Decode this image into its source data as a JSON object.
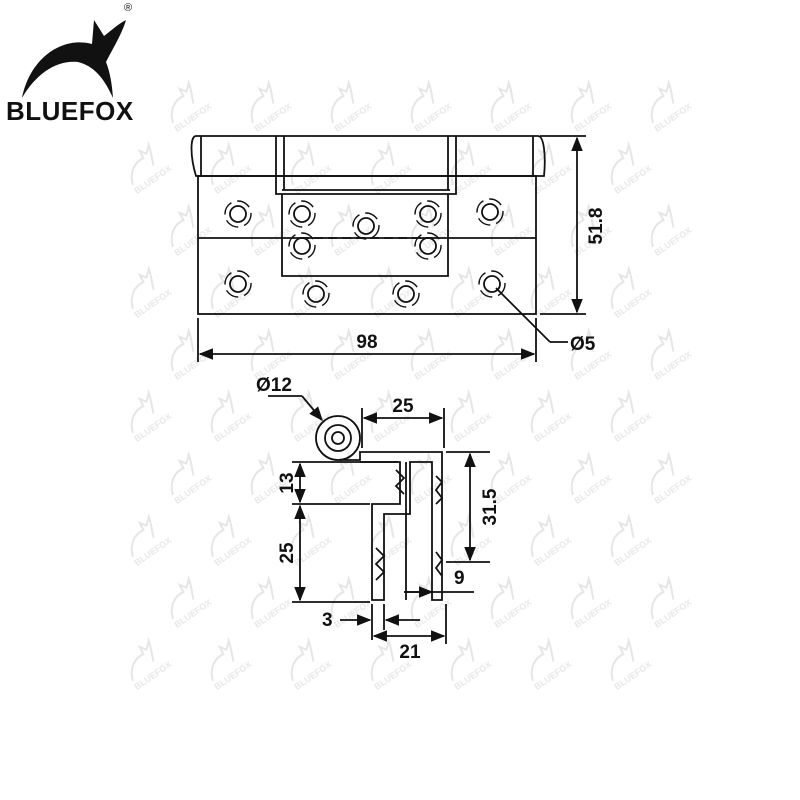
{
  "brand": {
    "name": "BLUEFOX",
    "registered_mark": "®",
    "color": "#111111"
  },
  "drawing": {
    "front_view": {
      "width_label": "98",
      "height_label": "51.8",
      "hole_label": "Ø5"
    },
    "side_view": {
      "knuckle_label": "Ø12",
      "top_offset_label": "25",
      "right_height_label": "31.5",
      "upper_leaf_label": "13",
      "lower_leaf_label": "25",
      "gap_label": "9",
      "thickness_label": "3",
      "bottom_width_label": "21"
    },
    "watermark_text": "BLUEFOX"
  }
}
